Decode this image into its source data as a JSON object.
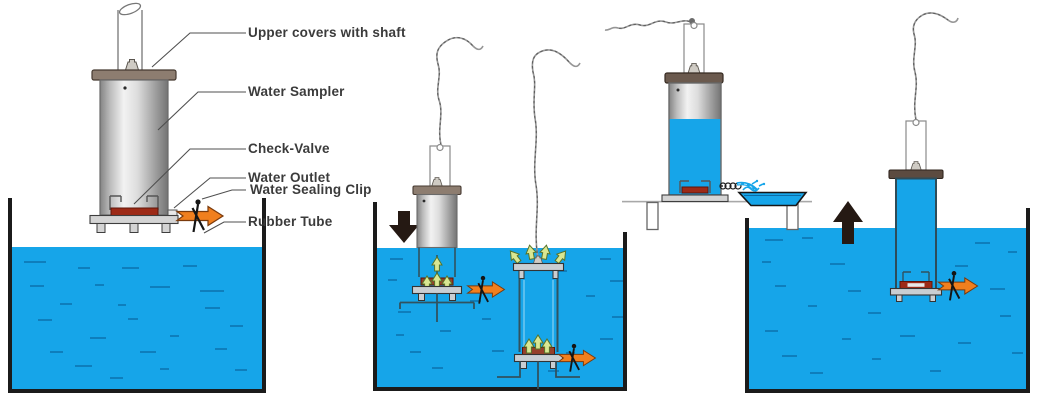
{
  "labels": {
    "upper_covers_with_shaft": "Upper covers with shaft",
    "water_sampler": "Water Sampler",
    "check_valve": "Check-Valve",
    "water_outlet": "Water Outlet",
    "water_sealing_clip": "Water Sealing Clip",
    "rubber_tube": "Rubber Tube"
  },
  "colors": {
    "water": "#16A5E9",
    "water_ripple": "#0C6CA6",
    "tank_outline": "#1B1B1B",
    "sampler_metal": "#C6C6C6",
    "lid_brown": "#8D7D70",
    "check_valve_red": "#9D2A17",
    "rubber_tube_orange": "#F07F1E",
    "flow_arrow_green": "#D9E792",
    "motion_arrow_dark": "#251913",
    "label_text": "#3B3B3B"
  }
}
